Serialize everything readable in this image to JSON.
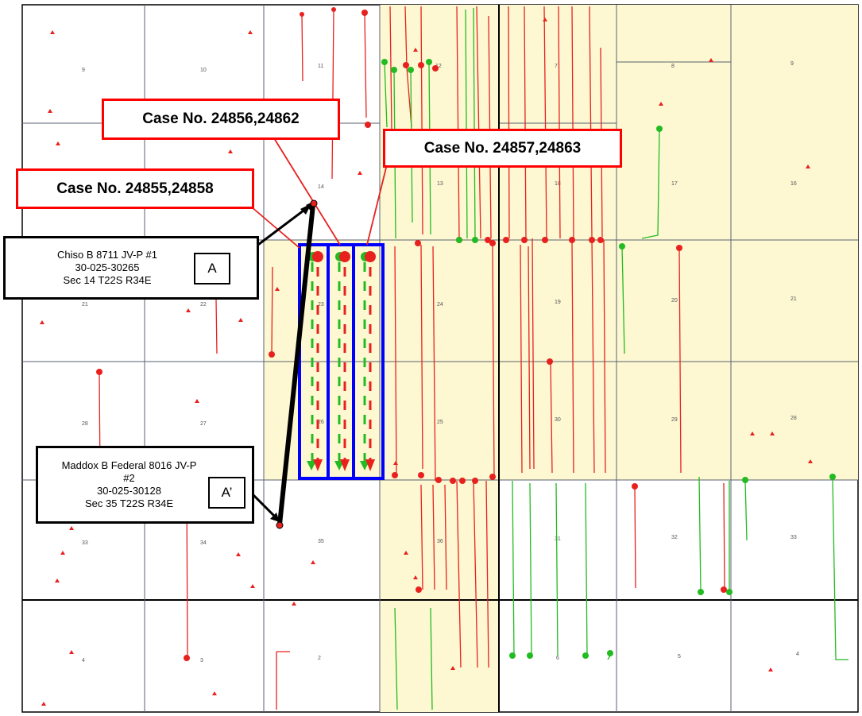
{
  "colors": {
    "case_box_border": "#ff0000",
    "well_box_border": "#000000",
    "unit_outline": "#0000ff",
    "shaded_acreage": "#fdf8d2",
    "red_wells": "#e8211f",
    "green_wells": "#22bb22",
    "section_lines": "#5a6270"
  },
  "case_labels": {
    "left": "Case No. 24855,24858",
    "center": "Case No. 24856,24862",
    "right": "Case No. 24857,24863"
  },
  "well_a": {
    "name": "Chiso B 8711 JV-P #1",
    "api": "30-025-30265",
    "location": "Sec 14 T22S R34E",
    "marker": "A"
  },
  "well_a_prime": {
    "name_line1": "Maddox B Federal 8016 JV-P",
    "name_line2": "#2",
    "api": "30-025-30128",
    "location": "Sec 35 T22S R34E",
    "marker": "A’"
  },
  "sections": {
    "r1": [
      "9",
      "10",
      "11",
      "12",
      "7",
      "8",
      "9"
    ],
    "r2": [
      "14",
      "13",
      "18",
      "17",
      "16"
    ],
    "r3": [
      "21",
      "22",
      "23",
      "24",
      "19",
      "20",
      "21"
    ],
    "r4": [
      "28",
      "27",
      "26",
      "25",
      "30",
      "29",
      "28"
    ],
    "r5": [
      "33",
      "34",
      "35",
      "36",
      "31",
      "32",
      "33"
    ],
    "r6": [
      "4",
      "3",
      "2",
      "6",
      "5",
      "4"
    ]
  }
}
